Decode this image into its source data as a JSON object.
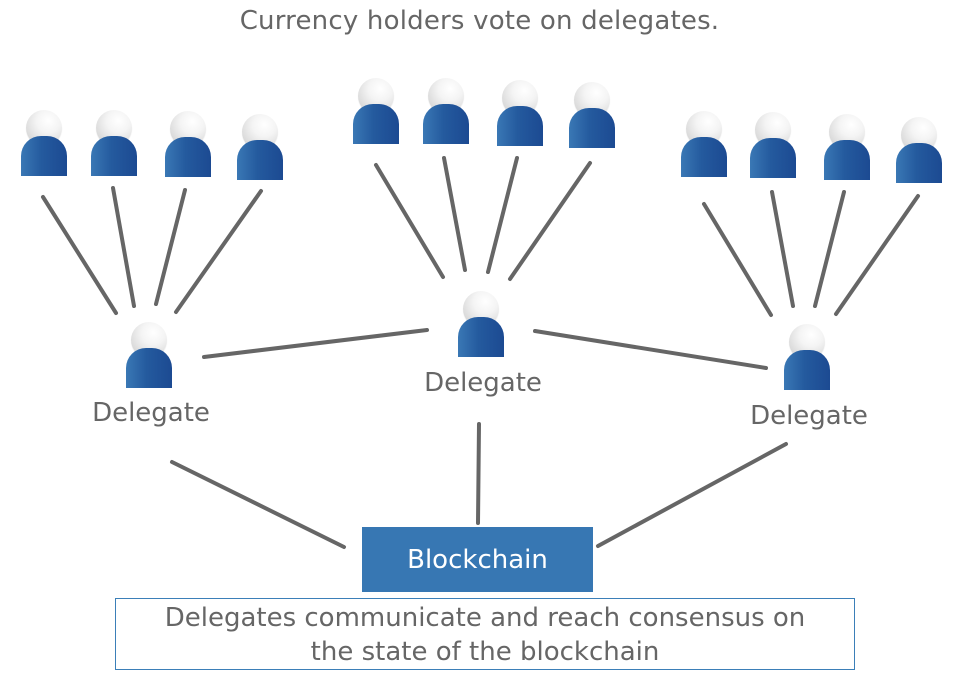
{
  "title": "Currency holders vote on delegates.",
  "groups": [
    {
      "name": "left",
      "voter_count": 4,
      "delegate_label": "Delegate"
    },
    {
      "name": "center",
      "voter_count": 4,
      "delegate_label": "Delegate"
    },
    {
      "name": "right",
      "voter_count": 4,
      "delegate_label": "Delegate"
    }
  ],
  "icons": {
    "voter": "person-icon",
    "delegate": "person-icon"
  },
  "colors": {
    "person_body": "#245a9e",
    "blockchain_box": "#3777b3",
    "line": "#666666",
    "text": "#666666",
    "caption_border": "#3b7fb8"
  },
  "blockchain": {
    "label": "Blockchain"
  },
  "caption": {
    "line1": "Delegates communicate and reach consensus on",
    "line2": "the state of the blockchain"
  }
}
